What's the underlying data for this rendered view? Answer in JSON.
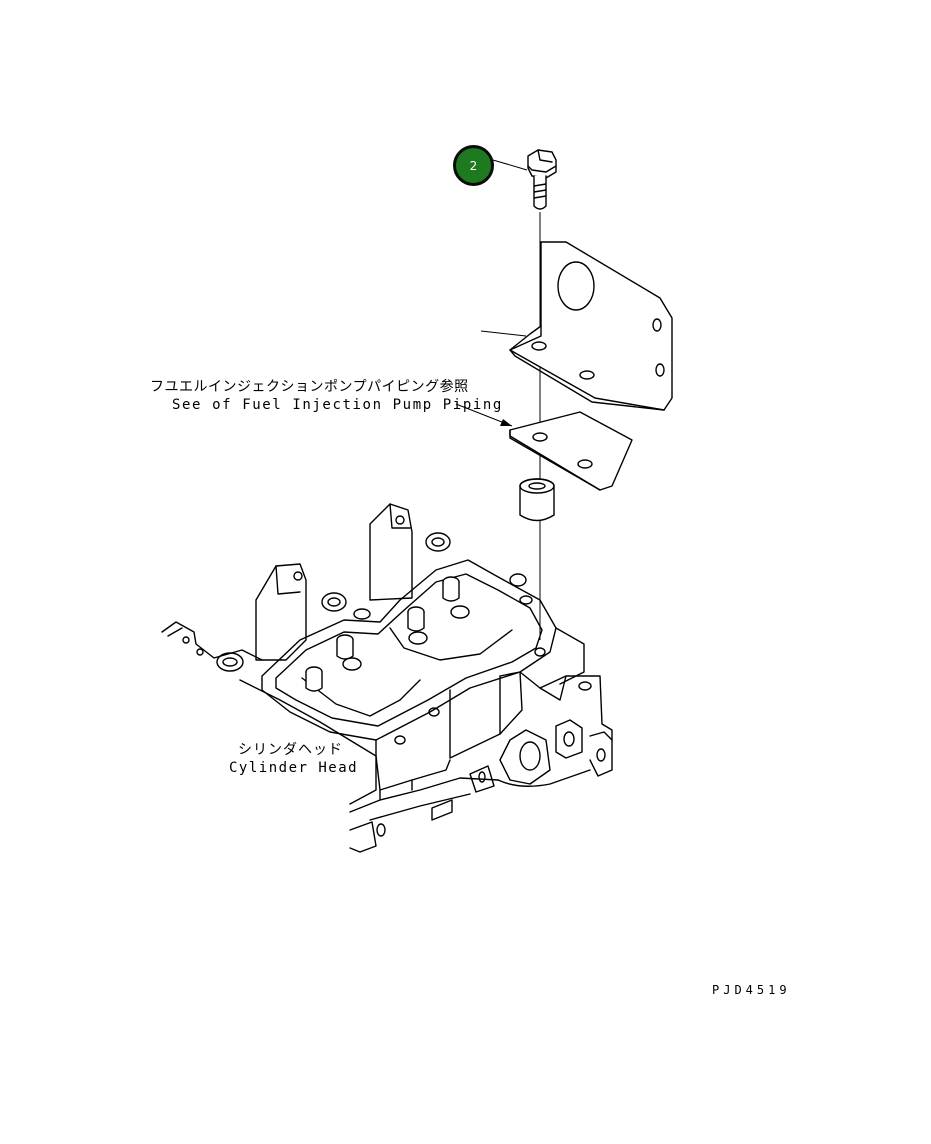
{
  "callout": {
    "number": "2"
  },
  "labels": {
    "fuel_pump_jp": "フユエルインジェクションポンプパイピング参照",
    "fuel_pump_en": "See of Fuel Injection Pump Piping",
    "cylinder_head_jp": "シリンダヘッド",
    "cylinder_head_en": "Cylinder Head",
    "drawing_code": "PJD4519"
  },
  "colors": {
    "callout_fill": "#1e7a1e",
    "line": "#000000"
  }
}
